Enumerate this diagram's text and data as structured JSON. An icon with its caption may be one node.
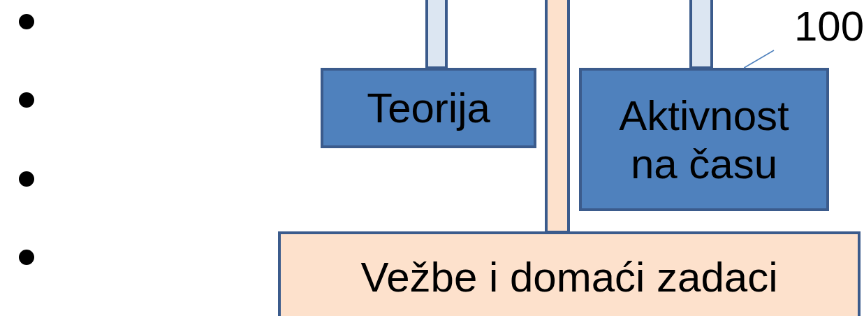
{
  "diagram": {
    "nodes": [
      {
        "text": [
          "100"
        ]
      },
      {
        "text": [
          "Teorija"
        ]
      },
      {
        "text": [
          "Aktivnost na času"
        ]
      },
      {
        "text": [
          "Vežbe i domaći zadaci"
        ]
      }
    ],
    "edges": [
      {
        "from": 0,
        "to": 2,
        "arrow": "none"
      }
    ]
  }
}
